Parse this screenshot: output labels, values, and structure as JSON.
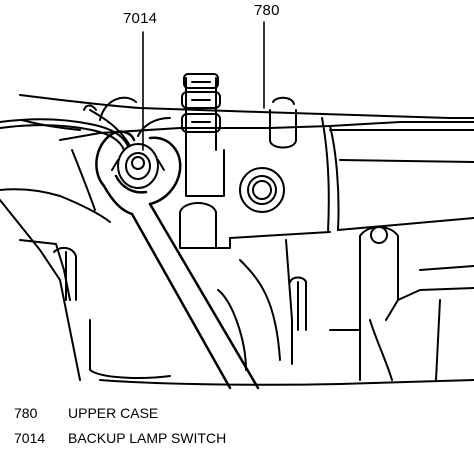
{
  "callouts": {
    "backup_lamp_switch_ref": "7014",
    "upper_case_ref": "780"
  },
  "legend": [
    {
      "number": "780",
      "label": "UPPER CASE"
    },
    {
      "number": "7014",
      "label": "BACKUP LAMP SWITCH"
    }
  ],
  "colors": {
    "ink": "#000000",
    "paper": "#ffffff"
  }
}
